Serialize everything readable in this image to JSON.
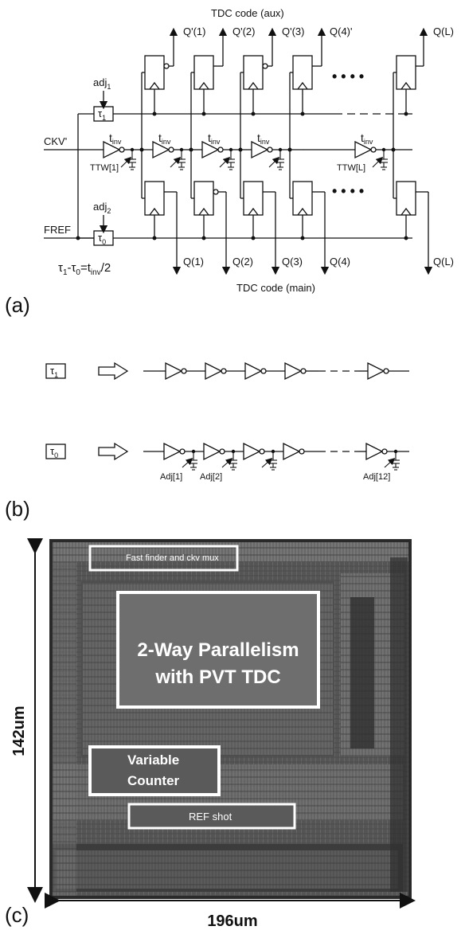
{
  "panel_a": {
    "label": "(a)",
    "title_aux": "TDC code (aux)",
    "title_main": "TDC code (main)",
    "ckv": "CKV'",
    "fref": "FREF",
    "adj1": "adj",
    "adj1_sub": "1",
    "adj2": "adj",
    "adj2_sub": "2",
    "tau1": "τ",
    "tau1_sub": "1",
    "tau0": "τ",
    "tau0_sub": "0",
    "tinv": "t",
    "tinv_sub": "inv",
    "ttw1": "TTW[1]",
    "ttwL": "TTW[L]",
    "dots": "• • • •",
    "eq_tau1": "τ",
    "eq_sub1": "1",
    "eq_dash": "-τ",
    "eq_sub0": "0",
    "eq_eq": "=t",
    "eq_subinv": "inv",
    "eq_tail": "/2",
    "q_aux": [
      "Q'(1)",
      "Q'(2)",
      "Q'(3)",
      "Q(4)'",
      "Q(L)"
    ],
    "q_main": [
      "Q(1)",
      "Q(2)",
      "Q(3)",
      "Q(4)",
      "Q(L)"
    ]
  },
  "panel_b": {
    "label": "(b)",
    "tau1": "τ",
    "tau1_sub": "1",
    "tau0": "τ",
    "tau0_sub": "0",
    "adj": [
      "Adj[1]",
      "Adj[2]",
      "Adj[12]"
    ]
  },
  "panel_c": {
    "label": "(c)",
    "height": "142um",
    "width": "196um",
    "blocks": {
      "fast_finder": "Fast finder and ckv mux",
      "parallel_line1": "2-Way Parallelism",
      "parallel_line2": "with PVT TDC",
      "counter_line1": "Variable",
      "counter_line2": "Counter",
      "ref_shot": "REF shot"
    }
  }
}
